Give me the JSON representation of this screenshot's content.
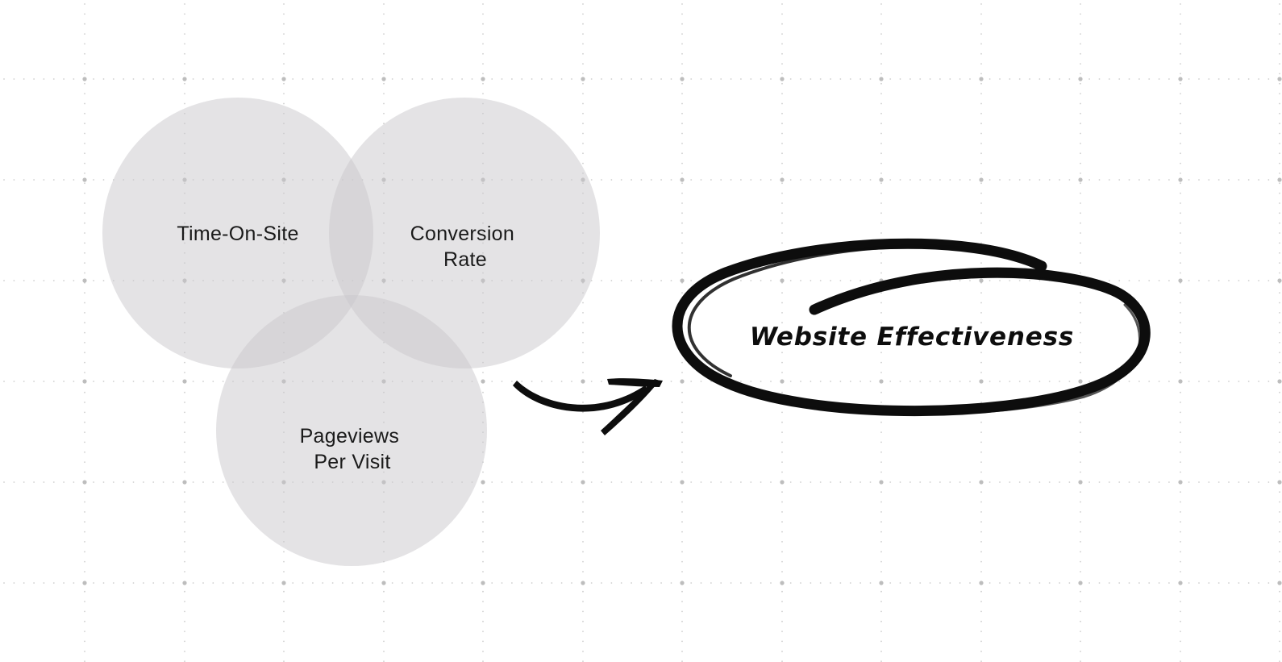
{
  "venn": {
    "circles": [
      {
        "id": "time-on-site",
        "lines": [
          "Time-On-Site"
        ]
      },
      {
        "id": "conversion-rate",
        "lines": [
          "Conversion",
          "Rate"
        ]
      },
      {
        "id": "pageviews-per-visit",
        "lines": [
          "Pageviews",
          "Per Visit"
        ]
      }
    ],
    "fill_color": "#c9c7cc"
  },
  "outcome": {
    "label": "Website Effectiveness",
    "ink_color": "#0d0d0d"
  },
  "canvas": {
    "background": "#ffffff",
    "grid_dot_color": "#bdbdbd"
  }
}
